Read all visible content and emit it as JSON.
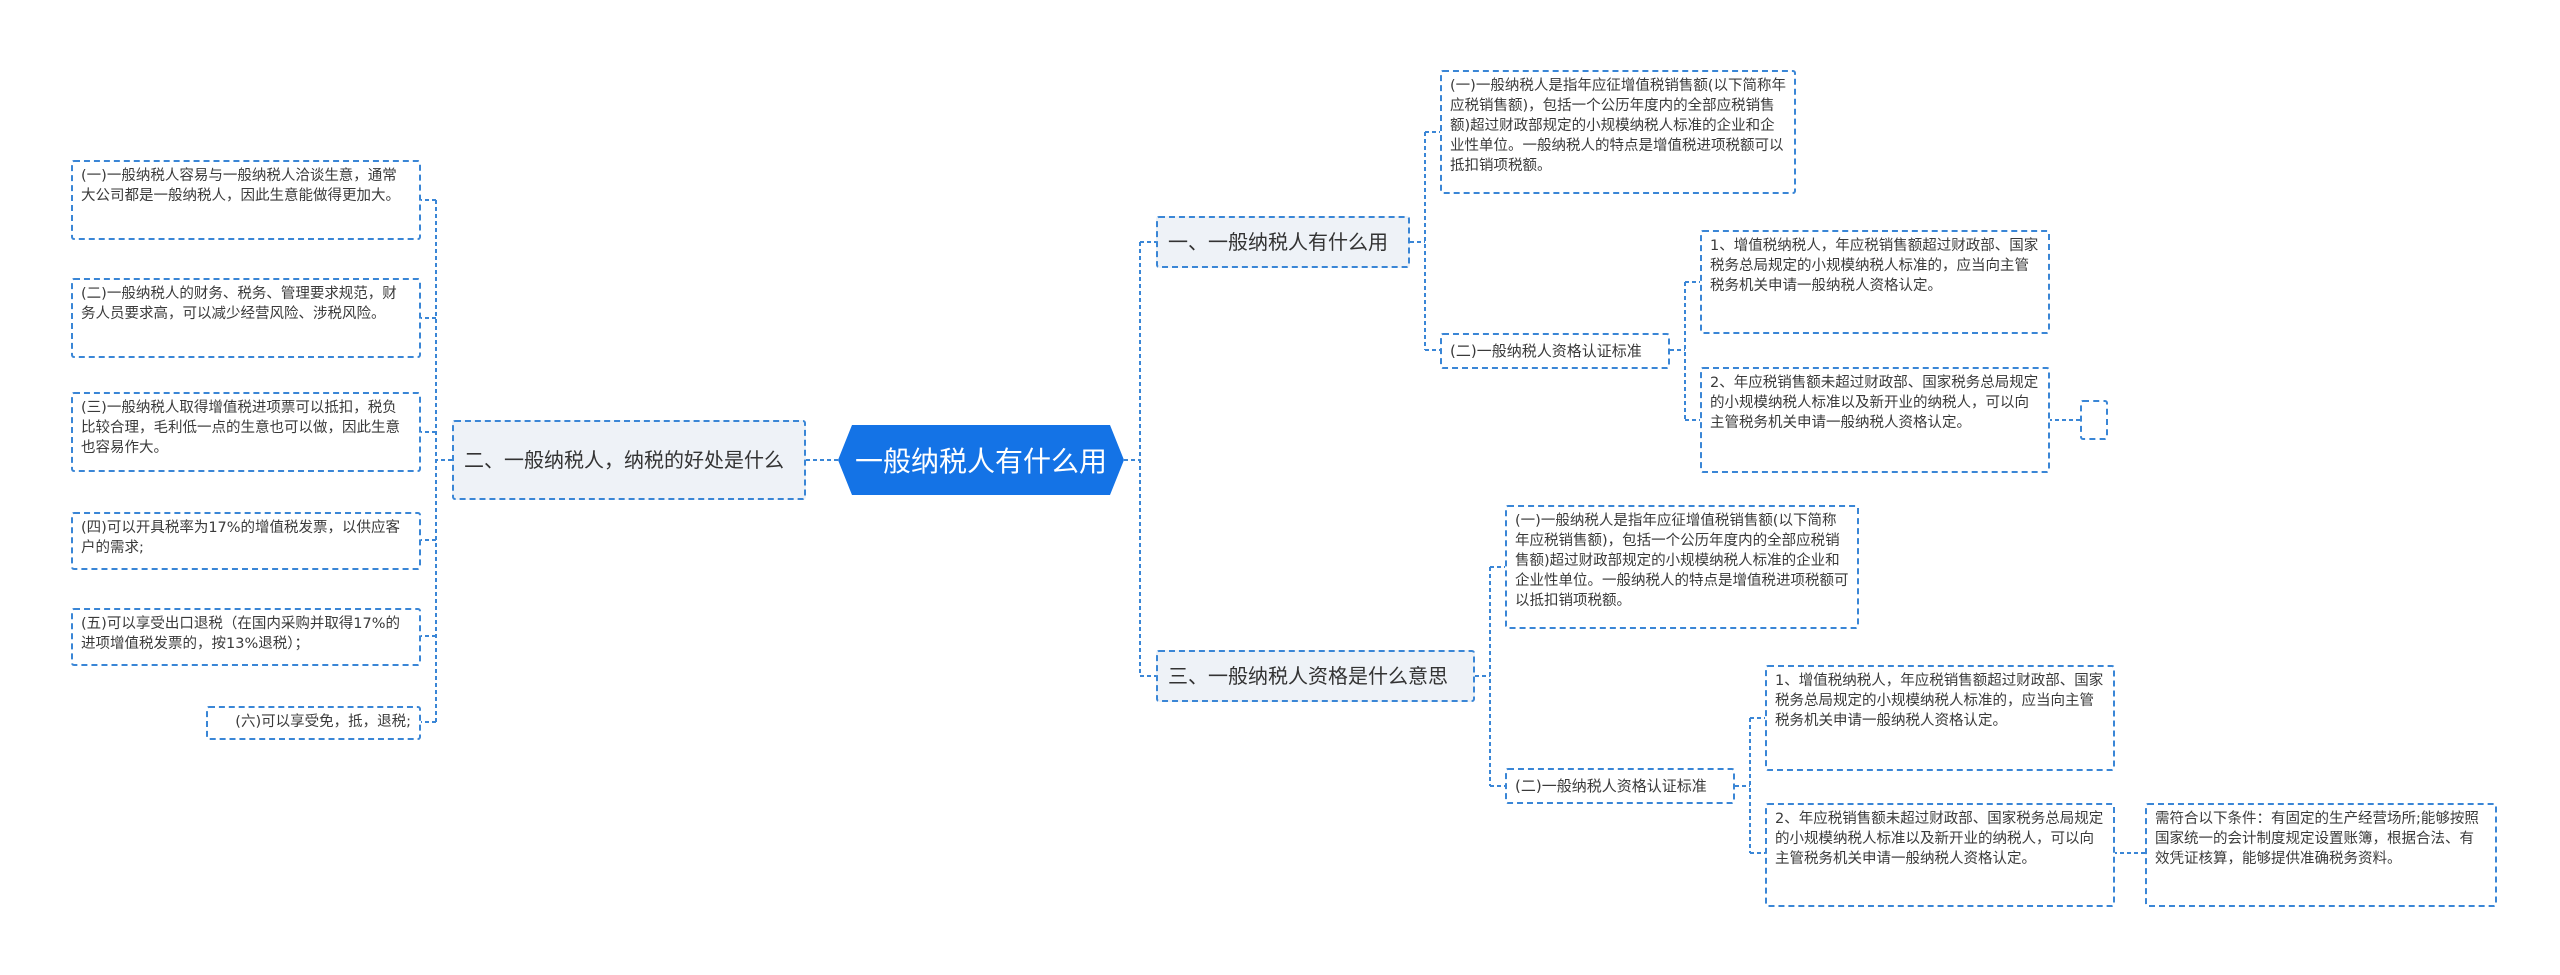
{
  "root": {
    "title": "一般纳税人有什么用"
  },
  "left": {
    "branch": "二、一般纳税人，纳税的好处是什么",
    "items": [
      "(一)一般纳税人容易与一般纳税人洽谈生意，通常大公司都是一般纳税人，因此生意能做得更加大。",
      "(二)一般纳税人的财务、税务、管理要求规范，财务人员要求高，可以减少经营风险、涉税风险。",
      "(三)一般纳税人取得增值税进项票可以抵扣，税负比较合理，毛利低一点的生意也可以做，因此生意也容易作大。",
      "(四)可以开具税率为17%的增值税发票，以供应客户的需求;",
      "(五)可以享受出口退税（在国内采购并取得17%的进项增值税发票的，按13%退税）；",
      "(六)可以享受免，抵，退税;"
    ]
  },
  "right1": {
    "branch": "一、一般纳税人有什么用",
    "def": "(一)一般纳税人是指年应征增值税销售额(以下简称年应税销售额)，包括一个公历年度内的全部应税销售额)超过财政部规定的小规模纳税人标准的企业和企业性单位。一般纳税人的特点是增值税进项税额可以抵扣销项税额。",
    "sub": "(二)一般纳税人资格认证标准",
    "s1": "1、增值税纳税人，年应税销售额超过财政部、国家税务总局规定的小规模纳税人标准的，应当向主管税务机关申请一般纳税人资格认定。",
    "s2": "2、年应税销售额未超过财政部、国家税务总局规定的小规模纳税人标准以及新开业的纳税人，可以向主管税务机关申请一般纳税人资格认定。"
  },
  "right3": {
    "branch": "三、一般纳税人资格是什么意思",
    "def": "(一)一般纳税人是指年应征增值税销售额(以下简称年应税销售额)，包括一个公历年度内的全部应税销售额)超过财政部规定的小规模纳税人标准的企业和企业性单位。一般纳税人的特点是增值税进项税额可以抵扣销项税额。",
    "sub": "(二)一般纳税人资格认证标准",
    "s1": "1、增值税纳税人，年应税销售额超过财政部、国家税务总局规定的小规模纳税人标准的，应当向主管税务机关申请一般纳税人资格认定。",
    "s2": "2、年应税销售额未超过财政部、国家税务总局规定的小规模纳税人标准以及新开业的纳税人，可以向主管税务机关申请一般纳税人资格认定。",
    "cond": "需符合以下条件：有固定的生产经营场所;能够按照国家统一的会计制度规定设置账簿，根据合法、有效凭证核算，能够提供准确税务资料。"
  },
  "colors": {
    "line": "#3a86d6",
    "root_bg": "#1473e6",
    "branch_bg": "#eef2f7"
  }
}
